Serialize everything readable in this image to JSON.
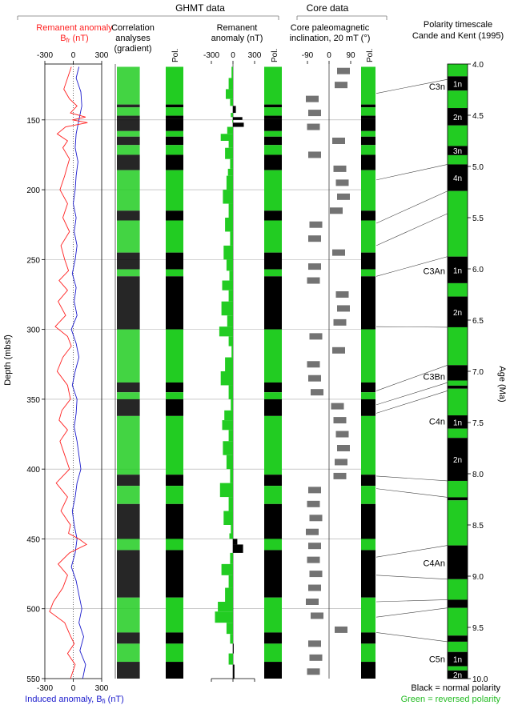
{
  "colors": {
    "remanent": "#ff2020",
    "induced": "#1a1acc",
    "reversed": "#22cc22",
    "normal": "#000000",
    "grid": "#a9a9a9",
    "connector": "#444444"
  },
  "headers": {
    "ghmt": "GHMT data",
    "core": "Core data",
    "polarity_title_1": "Polarity timescale",
    "polarity_title_2": "Cande and Kent (1995)"
  },
  "panel_titles": {
    "remanent_1": "Remanent anomaly",
    "remanent_2": "B",
    "remanent_sub": "fr",
    "remanent_unit": " (nT)",
    "correlation_1": "Correlation",
    "correlation_2": "analyses",
    "correlation_3": "(gradient)",
    "pol": "Pol.",
    "remanent2_1": "Remanent",
    "remanent2_2": "anomaly (nT)",
    "core_1": "Core paleomagnetic",
    "core_2": "inclination, 20 mT (°)",
    "induced_1": "Induced anomaly, ",
    "induced_2": "B",
    "induced_sub": "fi",
    "induced_unit": " (nT)"
  },
  "legend": {
    "black": "Black = normal polarity",
    "green": "Green = reversed polarity"
  },
  "chart_data": {
    "type": "line",
    "depth_axis": {
      "label": "Depth (mbsf)",
      "range": [
        110,
        550
      ],
      "ticks": [
        "150",
        "200",
        "250",
        "300",
        "350",
        "400",
        "450",
        "500",
        "550"
      ],
      "gridlines": [
        150,
        200,
        250,
        300,
        350,
        400,
        450,
        500
      ]
    },
    "age_axis": {
      "label": "Age (Ma)",
      "range": [
        4.0,
        10.0
      ],
      "ticks": [
        "4.0",
        "4.5",
        "5.0",
        "5.5",
        "6.0",
        "6.5",
        "7.0",
        "7.5",
        "8.0",
        "8.5",
        "9.0",
        "9.5",
        "10.0"
      ]
    },
    "anomaly_axis": {
      "range": [
        -300,
        300
      ],
      "ticks_top": [
        "-300",
        "0",
        "300"
      ],
      "ticks_bottom": [
        "-300",
        "0",
        "300"
      ]
    },
    "remanent_small_axis": {
      "ticks": [
        "-300",
        "0",
        "300"
      ]
    },
    "inclination_axis": {
      "range": [
        -90,
        90
      ],
      "ticks": [
        "-90",
        "0",
        "90"
      ]
    },
    "series": [
      {
        "name": "Remanent anomaly, Bfr",
        "depth": [
          112,
          120,
          128,
          135,
          140,
          145,
          148,
          150,
          152,
          155,
          160,
          165,
          170,
          178,
          185,
          190,
          200,
          210,
          220,
          230,
          240,
          250,
          258,
          265,
          272,
          280,
          290,
          298,
          305,
          312,
          320,
          330,
          340,
          350,
          358,
          365,
          372,
          380,
          390,
          400,
          410,
          420,
          430,
          440,
          446,
          450,
          454,
          460,
          468,
          476,
          485,
          495,
          502,
          510,
          518,
          525,
          532,
          540,
          550
        ],
        "value": [
          -20,
          -60,
          -100,
          -40,
          40,
          -30,
          130,
          -10,
          150,
          -80,
          -170,
          -60,
          -110,
          -40,
          -70,
          -90,
          -140,
          -60,
          -110,
          -40,
          -130,
          -90,
          -50,
          -150,
          -60,
          -160,
          -80,
          -190,
          -60,
          -20,
          -110,
          -170,
          -60,
          -30,
          -120,
          -150,
          -60,
          -140,
          -90,
          -40,
          -180,
          -60,
          -130,
          -30,
          -50,
          60,
          140,
          -40,
          -160,
          -60,
          -110,
          -210,
          -250,
          -90,
          -40,
          10,
          -60,
          20,
          -30
        ]
      },
      {
        "name": "Induced anomaly, Bfi",
        "depth": [
          112,
          120,
          130,
          140,
          150,
          160,
          170,
          180,
          190,
          200,
          210,
          220,
          230,
          240,
          250,
          260,
          270,
          280,
          290,
          300,
          310,
          320,
          330,
          340,
          350,
          360,
          370,
          380,
          390,
          400,
          410,
          420,
          430,
          440,
          450,
          460,
          470,
          480,
          490,
          500,
          510,
          520,
          530,
          540,
          550
        ],
        "value": [
          60,
          30,
          80,
          90,
          60,
          30,
          20,
          50,
          30,
          20,
          0,
          30,
          10,
          40,
          20,
          -10,
          30,
          10,
          40,
          -20,
          30,
          60,
          20,
          -10,
          40,
          30,
          10,
          40,
          60,
          80,
          40,
          20,
          -10,
          10,
          40,
          20,
          -20,
          30,
          60,
          90,
          60,
          110,
          70,
          130,
          100
        ]
      },
      {
        "name": "Core paleomagnetic inclination",
        "depth": [
          115,
          125,
          135,
          145,
          155,
          165,
          175,
          185,
          195,
          205,
          215,
          225,
          235,
          245,
          255,
          265,
          275,
          285,
          295,
          305,
          315,
          325,
          335,
          345,
          355,
          365,
          375,
          385,
          395,
          405,
          415,
          425,
          435,
          445,
          455,
          465,
          475,
          485,
          495,
          505,
          515,
          525,
          535,
          545
        ],
        "value": [
          60,
          50,
          -70,
          -60,
          -65,
          40,
          -60,
          45,
          55,
          60,
          30,
          -55,
          -60,
          40,
          -60,
          -65,
          55,
          60,
          45,
          -55,
          40,
          -65,
          -60,
          -50,
          35,
          45,
          55,
          60,
          50,
          45,
          -60,
          -65,
          -55,
          -70,
          -60,
          -65,
          -55,
          -60,
          -70,
          -50,
          50,
          -60,
          -55,
          -65
        ]
      }
    ],
    "polarity_timescale": [
      {
        "start": 4.0,
        "end": 4.12,
        "polarity": "reversed"
      },
      {
        "start": 4.12,
        "end": 4.26,
        "polarity": "normal",
        "label": "1n"
      },
      {
        "start": 4.26,
        "end": 4.43,
        "polarity": "reversed"
      },
      {
        "start": 4.43,
        "end": 4.6,
        "polarity": "normal",
        "label": "2n"
      },
      {
        "start": 4.6,
        "end": 4.8,
        "polarity": "reversed"
      },
      {
        "start": 4.8,
        "end": 4.89,
        "polarity": "normal",
        "label": "3n"
      },
      {
        "start": 4.89,
        "end": 4.98,
        "polarity": "reversed"
      },
      {
        "start": 4.98,
        "end": 5.24,
        "polarity": "normal",
        "label": "4n"
      },
      {
        "start": 5.24,
        "end": 5.88,
        "polarity": "reversed"
      },
      {
        "start": 5.88,
        "end": 6.14,
        "polarity": "normal",
        "label": "1n"
      },
      {
        "start": 6.14,
        "end": 6.27,
        "polarity": "reversed"
      },
      {
        "start": 6.27,
        "end": 6.57,
        "polarity": "normal",
        "label": "2n"
      },
      {
        "start": 6.57,
        "end": 6.94,
        "polarity": "reversed"
      },
      {
        "start": 6.94,
        "end": 7.09,
        "polarity": "normal"
      },
      {
        "start": 7.09,
        "end": 7.14,
        "polarity": "reversed"
      },
      {
        "start": 7.14,
        "end": 7.17,
        "polarity": "normal"
      },
      {
        "start": 7.17,
        "end": 7.43,
        "polarity": "reversed"
      },
      {
        "start": 7.43,
        "end": 7.56,
        "polarity": "normal",
        "label": "1n"
      },
      {
        "start": 7.56,
        "end": 7.65,
        "polarity": "reversed"
      },
      {
        "start": 7.65,
        "end": 8.07,
        "polarity": "normal",
        "label": "2n"
      },
      {
        "start": 8.07,
        "end": 8.23,
        "polarity": "reversed"
      },
      {
        "start": 8.23,
        "end": 8.26,
        "polarity": "normal"
      },
      {
        "start": 8.26,
        "end": 8.7,
        "polarity": "reversed"
      },
      {
        "start": 8.7,
        "end": 9.03,
        "polarity": "normal"
      },
      {
        "start": 9.03,
        "end": 9.23,
        "polarity": "reversed"
      },
      {
        "start": 9.23,
        "end": 9.31,
        "polarity": "normal"
      },
      {
        "start": 9.31,
        "end": 9.58,
        "polarity": "reversed"
      },
      {
        "start": 9.58,
        "end": 9.64,
        "polarity": "normal"
      },
      {
        "start": 9.64,
        "end": 9.74,
        "polarity": "reversed"
      },
      {
        "start": 9.74,
        "end": 9.88,
        "polarity": "normal",
        "label": "1n"
      },
      {
        "start": 9.88,
        "end": 9.92,
        "polarity": "reversed"
      },
      {
        "start": 9.92,
        "end": 10.0,
        "polarity": "normal",
        "label": "2n"
      }
    ],
    "chrons": [
      {
        "name": "C3n",
        "age": 4.22
      },
      {
        "name": "C3An",
        "age": 6.02
      },
      {
        "name": "C3Bn",
        "age": 7.05
      },
      {
        "name": "C4n",
        "age": 7.49
      },
      {
        "name": "C4An",
        "age": 8.87
      },
      {
        "name": "C5n",
        "age": 9.81
      }
    ],
    "tie_lines": [
      {
        "depth": 131,
        "age": 4.15
      },
      {
        "depth": 193,
        "age": 4.98
      },
      {
        "depth": 224,
        "age": 5.24
      },
      {
        "depth": 240,
        "age": 5.46
      },
      {
        "depth": 262,
        "age": 5.88
      },
      {
        "depth": 298,
        "age": 6.57
      },
      {
        "depth": 344,
        "age": 6.94
      },
      {
        "depth": 354,
        "age": 7.11
      },
      {
        "depth": 360,
        "age": 7.19
      },
      {
        "depth": 405,
        "age": 8.07
      },
      {
        "depth": 414,
        "age": 8.23
      },
      {
        "depth": 463,
        "age": 8.7
      },
      {
        "depth": 476,
        "age": 9.03
      },
      {
        "depth": 495,
        "age": 9.23
      },
      {
        "depth": 506,
        "age": 9.31
      },
      {
        "depth": 517,
        "age": 9.64
      }
    ],
    "pol_bands_depth": [
      {
        "start": 112,
        "end": 139,
        "polarity": "reversed"
      },
      {
        "start": 139,
        "end": 141,
        "polarity": "normal"
      },
      {
        "start": 141,
        "end": 147,
        "polarity": "reversed"
      },
      {
        "start": 147,
        "end": 149,
        "polarity": "normal"
      },
      {
        "start": 149,
        "end": 158,
        "polarity": "normal"
      },
      {
        "start": 158,
        "end": 162,
        "polarity": "reversed"
      },
      {
        "start": 162,
        "end": 168,
        "polarity": "normal"
      },
      {
        "start": 168,
        "end": 175,
        "polarity": "reversed"
      },
      {
        "start": 175,
        "end": 186,
        "polarity": "normal"
      },
      {
        "start": 186,
        "end": 215,
        "polarity": "reversed"
      },
      {
        "start": 215,
        "end": 222,
        "polarity": "normal"
      },
      {
        "start": 222,
        "end": 245,
        "polarity": "reversed"
      },
      {
        "start": 245,
        "end": 257,
        "polarity": "normal"
      },
      {
        "start": 257,
        "end": 262,
        "polarity": "reversed"
      },
      {
        "start": 262,
        "end": 300,
        "polarity": "normal"
      },
      {
        "start": 300,
        "end": 338,
        "polarity": "reversed"
      },
      {
        "start": 338,
        "end": 345,
        "polarity": "normal"
      },
      {
        "start": 345,
        "end": 350,
        "polarity": "reversed"
      },
      {
        "start": 350,
        "end": 362,
        "polarity": "normal"
      },
      {
        "start": 362,
        "end": 404,
        "polarity": "reversed"
      },
      {
        "start": 404,
        "end": 412,
        "polarity": "normal"
      },
      {
        "start": 412,
        "end": 425,
        "polarity": "reversed"
      },
      {
        "start": 425,
        "end": 450,
        "polarity": "normal"
      },
      {
        "start": 450,
        "end": 458,
        "polarity": "reversed"
      },
      {
        "start": 458,
        "end": 492,
        "polarity": "normal"
      },
      {
        "start": 492,
        "end": 517,
        "polarity": "reversed"
      },
      {
        "start": 517,
        "end": 525,
        "polarity": "normal"
      },
      {
        "start": 525,
        "end": 538,
        "polarity": "reversed"
      },
      {
        "start": 538,
        "end": 550,
        "polarity": "normal"
      }
    ]
  }
}
